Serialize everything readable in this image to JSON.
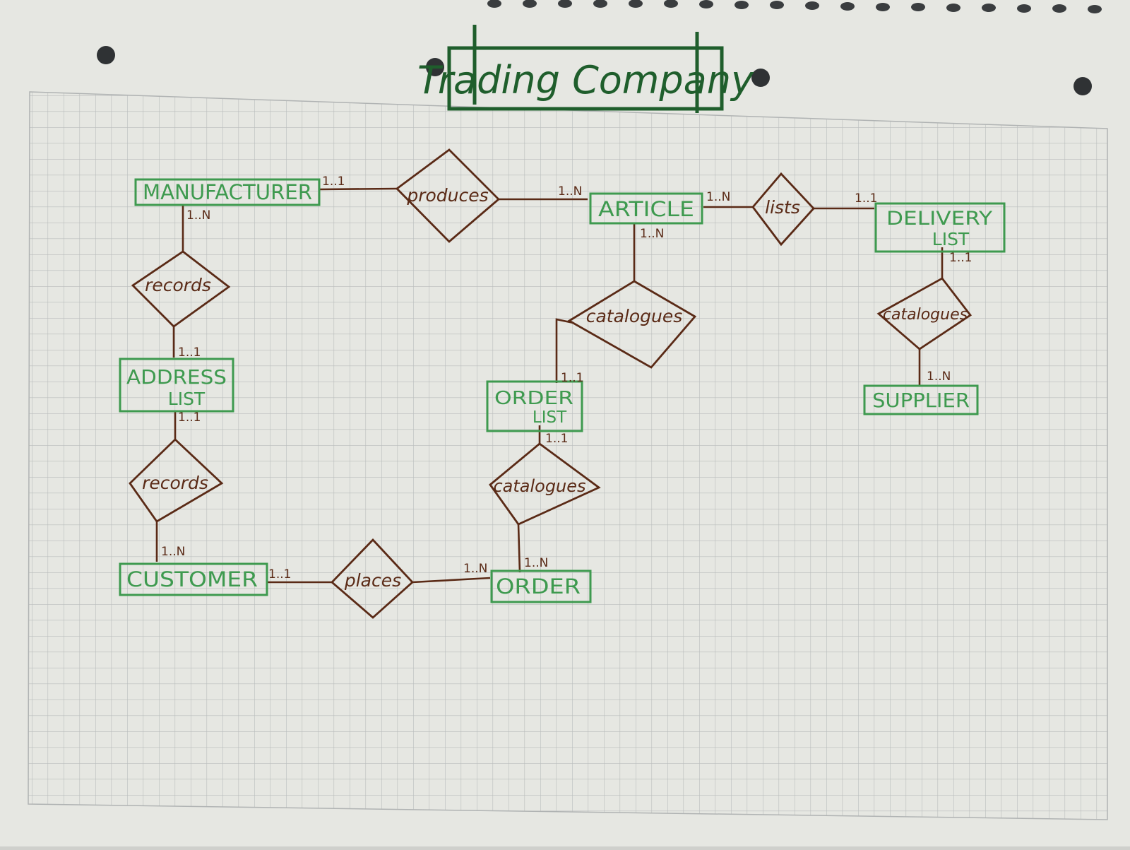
{
  "title": "Trading Company",
  "entities": {
    "manufacturer": "MANUFACTURER",
    "article": "ARTICLE",
    "delivery_list": [
      "DELIVERY",
      "LIST"
    ],
    "address_list": [
      "ADDRESS",
      "LIST"
    ],
    "order_list": [
      "ORDER",
      "LIST"
    ],
    "supplier": "SUPPLIER",
    "customer": "CUSTOMER",
    "order": "ORDER"
  },
  "relationships": {
    "produces": "produces",
    "lists": "lists",
    "records_top": "records",
    "records_bottom": "records",
    "catalogues_article": "catalogues",
    "catalogues_delivery": "catalogues",
    "catalogues_order": "catalogues",
    "places": "places"
  },
  "cardinalities": {
    "manufacturer_produces": "1..1",
    "produces_article": "1..N",
    "article_lists": "1..N",
    "lists_delivery": "1..1",
    "manufacturer_records": "1..N",
    "records_address": "1..1",
    "address_records": "1..1",
    "records_customer": "1..N",
    "article_catalogues": "1..N",
    "catalogues_orderlist": "1..1",
    "delivery_catalogues": "1..1",
    "catalogues_supplier": "1..N",
    "orderlist_catalogues": "1..1",
    "catalogues_order": "1..N",
    "customer_places": "1..1",
    "places_order": "1..N"
  },
  "colors": {
    "paper": "#e8e8e3",
    "grid": "#b9bcbc",
    "entity": "#3e9a4f",
    "relation": "#5a2a16",
    "title": "#1f5e2c"
  }
}
